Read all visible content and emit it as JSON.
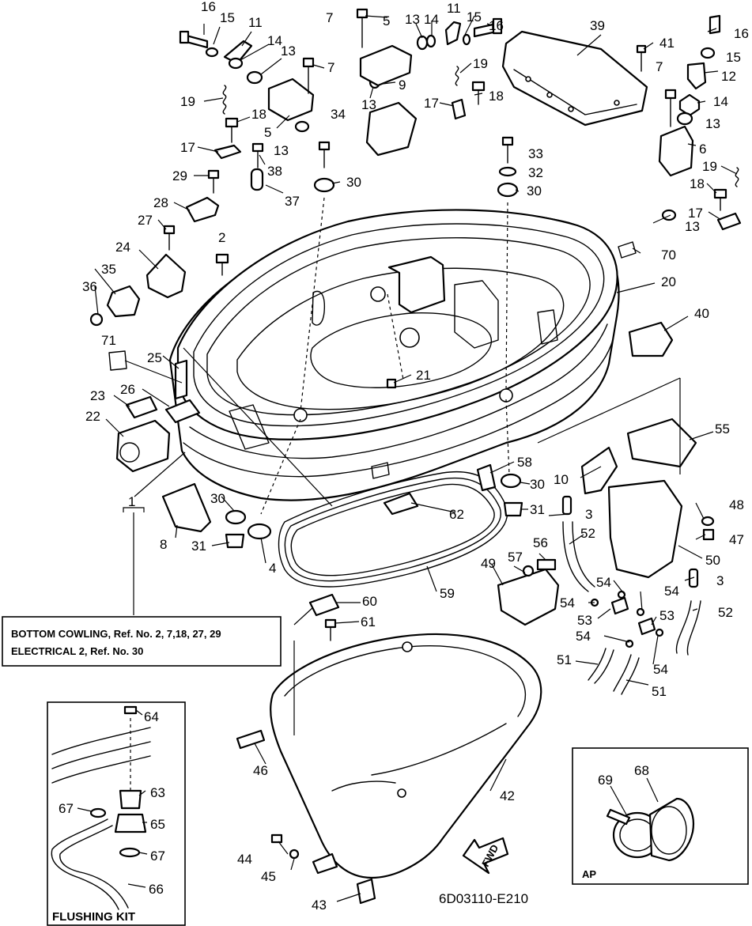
{
  "callouts": [
    {
      "id": "c1",
      "text": "1"
    },
    {
      "id": "c2",
      "text": "2"
    },
    {
      "id": "c3a",
      "text": "3"
    },
    {
      "id": "c3b",
      "text": "3"
    },
    {
      "id": "c4",
      "text": "4"
    },
    {
      "id": "c5a",
      "text": "5"
    },
    {
      "id": "c5b",
      "text": "5"
    },
    {
      "id": "c6",
      "text": "6"
    },
    {
      "id": "c7a",
      "text": "7"
    },
    {
      "id": "c7b",
      "text": "7"
    },
    {
      "id": "c7c",
      "text": "7"
    },
    {
      "id": "c8",
      "text": "8"
    },
    {
      "id": "c9",
      "text": "9"
    },
    {
      "id": "c10",
      "text": "10"
    },
    {
      "id": "c11a",
      "text": "11"
    },
    {
      "id": "c11b",
      "text": "11"
    },
    {
      "id": "c12",
      "text": "12"
    },
    {
      "id": "c13a",
      "text": "13"
    },
    {
      "id": "c13b",
      "text": "13"
    },
    {
      "id": "c13c",
      "text": "13"
    },
    {
      "id": "c13d",
      "text": "13"
    },
    {
      "id": "c13e",
      "text": "13"
    },
    {
      "id": "c13f",
      "text": "13"
    },
    {
      "id": "c14a",
      "text": "14"
    },
    {
      "id": "c14b",
      "text": "14"
    },
    {
      "id": "c14c",
      "text": "14"
    },
    {
      "id": "c15a",
      "text": "15"
    },
    {
      "id": "c15b",
      "text": "15"
    },
    {
      "id": "c15c",
      "text": "15"
    },
    {
      "id": "c16a",
      "text": "16"
    },
    {
      "id": "c16b",
      "text": "16"
    },
    {
      "id": "c16c",
      "text": "16"
    },
    {
      "id": "c17a",
      "text": "17"
    },
    {
      "id": "c17b",
      "text": "17"
    },
    {
      "id": "c17c",
      "text": "17"
    },
    {
      "id": "c18a",
      "text": "18"
    },
    {
      "id": "c18b",
      "text": "18"
    },
    {
      "id": "c18c",
      "text": "18"
    },
    {
      "id": "c19a",
      "text": "19"
    },
    {
      "id": "c19b",
      "text": "19"
    },
    {
      "id": "c19c",
      "text": "19"
    },
    {
      "id": "c20",
      "text": "20"
    },
    {
      "id": "c21",
      "text": "21"
    },
    {
      "id": "c22",
      "text": "22"
    },
    {
      "id": "c23",
      "text": "23"
    },
    {
      "id": "c24",
      "text": "24"
    },
    {
      "id": "c25",
      "text": "25"
    },
    {
      "id": "c26",
      "text": "26"
    },
    {
      "id": "c27",
      "text": "27"
    },
    {
      "id": "c28",
      "text": "28"
    },
    {
      "id": "c29",
      "text": "29"
    },
    {
      "id": "c30a",
      "text": "30"
    },
    {
      "id": "c30b",
      "text": "30"
    },
    {
      "id": "c30c",
      "text": "30"
    },
    {
      "id": "c30d",
      "text": "30"
    },
    {
      "id": "c31a",
      "text": "31"
    },
    {
      "id": "c31b",
      "text": "31"
    },
    {
      "id": "c32",
      "text": "32"
    },
    {
      "id": "c33",
      "text": "33"
    },
    {
      "id": "c34",
      "text": "34"
    },
    {
      "id": "c35",
      "text": "35"
    },
    {
      "id": "c36",
      "text": "36"
    },
    {
      "id": "c37",
      "text": "37"
    },
    {
      "id": "c38",
      "text": "38"
    },
    {
      "id": "c39",
      "text": "39"
    },
    {
      "id": "c40",
      "text": "40"
    },
    {
      "id": "c41",
      "text": "41"
    },
    {
      "id": "c42",
      "text": "42"
    },
    {
      "id": "c43",
      "text": "43"
    },
    {
      "id": "c44",
      "text": "44"
    },
    {
      "id": "c45",
      "text": "45"
    },
    {
      "id": "c46",
      "text": "46"
    },
    {
      "id": "c47",
      "text": "47"
    },
    {
      "id": "c48",
      "text": "48"
    },
    {
      "id": "c49",
      "text": "49"
    },
    {
      "id": "c50",
      "text": "50"
    },
    {
      "id": "c51a",
      "text": "51"
    },
    {
      "id": "c51b",
      "text": "51"
    },
    {
      "id": "c52a",
      "text": "52"
    },
    {
      "id": "c52b",
      "text": "52"
    },
    {
      "id": "c53a",
      "text": "53"
    },
    {
      "id": "c53b",
      "text": "53"
    },
    {
      "id": "c54a",
      "text": "54"
    },
    {
      "id": "c54b",
      "text": "54"
    },
    {
      "id": "c54c",
      "text": "54"
    },
    {
      "id": "c54d",
      "text": "54"
    },
    {
      "id": "c54e",
      "text": "54"
    },
    {
      "id": "c55",
      "text": "55"
    },
    {
      "id": "c56",
      "text": "56"
    },
    {
      "id": "c57",
      "text": "57"
    },
    {
      "id": "c58",
      "text": "58"
    },
    {
      "id": "c59",
      "text": "59"
    },
    {
      "id": "c60",
      "text": "60"
    },
    {
      "id": "c61",
      "text": "61"
    },
    {
      "id": "c62",
      "text": "62"
    },
    {
      "id": "c63",
      "text": "63"
    },
    {
      "id": "c64",
      "text": "64"
    },
    {
      "id": "c65",
      "text": "65"
    },
    {
      "id": "c66",
      "text": "66"
    },
    {
      "id": "c67a",
      "text": "67"
    },
    {
      "id": "c67b",
      "text": "67"
    },
    {
      "id": "c68",
      "text": "68"
    },
    {
      "id": "c69",
      "text": "69"
    },
    {
      "id": "c70",
      "text": "70"
    },
    {
      "id": "c71",
      "text": "71"
    }
  ],
  "ref_note": {
    "line1": "BOTTOM COWLING,  Ref. No. 2, 7,18, 27, 29",
    "line2": "ELECTRICAL 2,  Ref. No. 30"
  },
  "flushing_kit": {
    "title": "FLUSHING KIT"
  },
  "ap_box": {
    "label": "AP"
  },
  "fwd_arrow": {
    "label": "FWD"
  },
  "diagram_code": "6D03110-E210"
}
